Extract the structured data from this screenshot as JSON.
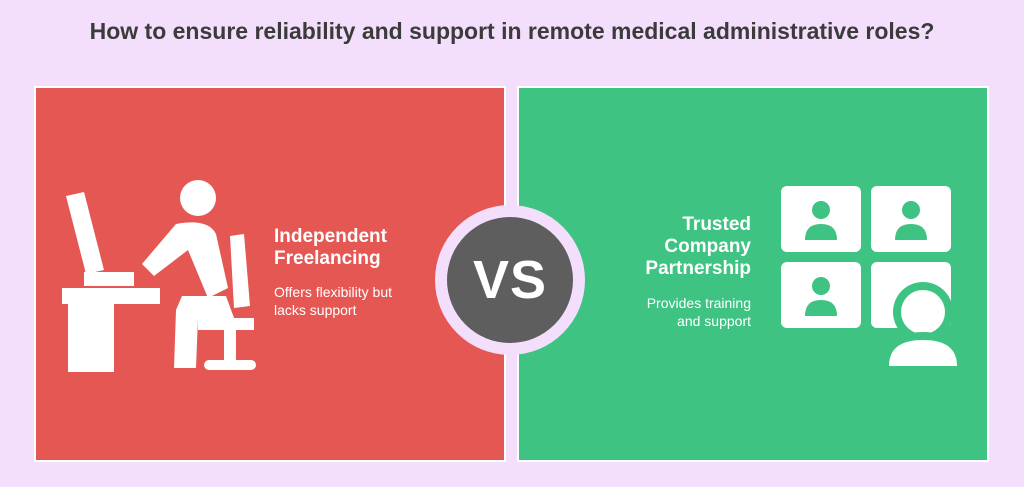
{
  "title": "How to ensure reliability and support in remote medical administrative roles?",
  "left": {
    "heading_line1": "Independent",
    "heading_line2": "Freelancing",
    "desc_line1": "Offers flexibility but",
    "desc_line2": "lacks support",
    "icon": "freelancer-at-desk-icon",
    "color": "#e55753"
  },
  "right": {
    "heading_line1": "Trusted",
    "heading_line2": "Company",
    "heading_line3": "Partnership",
    "desc_line1": "Provides training",
    "desc_line2": "and support",
    "icon": "video-conference-team-icon",
    "color": "#3ec383"
  },
  "vs": {
    "label": "VS",
    "color": "#5e5e5e"
  },
  "background": "#f3dffb"
}
